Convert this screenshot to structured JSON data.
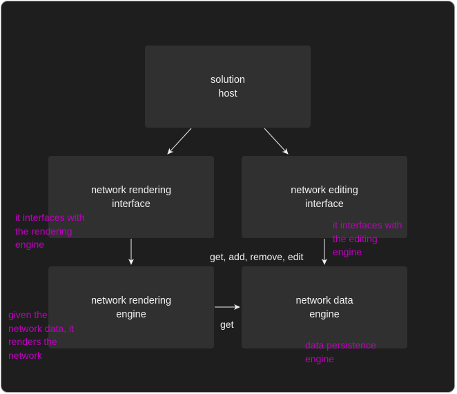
{
  "nodes": {
    "solution_host": {
      "line1": "solution",
      "line2": "host"
    },
    "rendering_interface": {
      "line1": "network rendering",
      "line2": "interface"
    },
    "editing_interface": {
      "line1": "network editing",
      "line2": "interface"
    },
    "rendering_engine": {
      "line1": "network rendering",
      "line2": "engine"
    },
    "data_engine": {
      "line1": "network data",
      "line2": "engine"
    }
  },
  "edge_labels": {
    "editing_to_data": "get, add, remove, edit",
    "rendering_to_data": "get"
  },
  "notes": {
    "rendering_interface": "it interfaces with\nthe rendering\nengine",
    "editing_interface": "it interfaces with\nthe editing\nengine",
    "rendering_engine": "given the\nnetwork data, it\nrenders the\nnetwork",
    "data_engine": "data persistence\nengine"
  },
  "colors": {
    "background": "#1e1e1e",
    "node_fill": "#303030",
    "text": "#f0f0f0",
    "note_text": "#c000c0"
  }
}
